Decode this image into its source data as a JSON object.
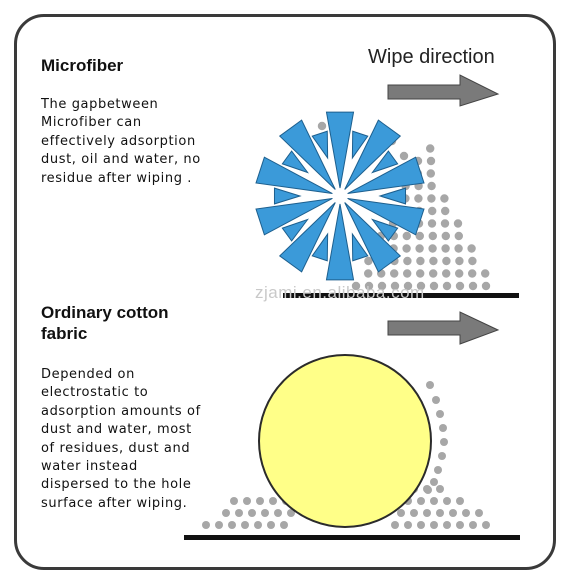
{
  "panel_top": {
    "title": "Microfiber",
    "description": "The gapbetween Microfiber can effectively adsorption dust, oil and water, no residue after wiping .",
    "arrow_label": "Wipe direction"
  },
  "panel_bottom": {
    "title": "Ordinary cotton fabric",
    "description": "Depended on electrostatic to adsorption amounts of dust and water,  most of residues, dust and water instead dispersed to the hole surface after wiping."
  },
  "watermark": "zjami.en.alibaba.com",
  "colors": {
    "frame": "#3a3a3a",
    "microfiber_blade": "#3b9ad9",
    "cotton_ball": "#ffff88",
    "dust_particle": "#a7a7a7",
    "arrow_fill": "#7a7a7a",
    "surface": "#111111"
  }
}
